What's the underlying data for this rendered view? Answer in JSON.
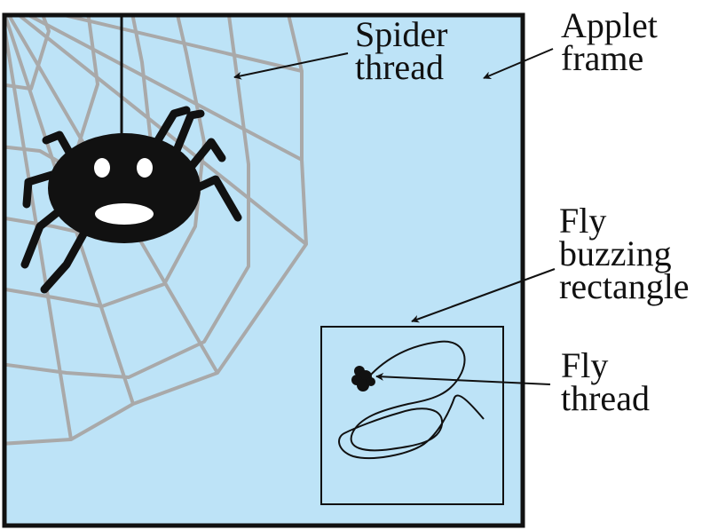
{
  "colors": {
    "applet_background": "#bde3f7",
    "frame_border": "#111111",
    "web_strand": "#a9a9a9",
    "spider_body": "#111111",
    "spider_features": "#ffffff",
    "annotation_text": "#111111"
  },
  "labels": {
    "spider_thread": {
      "line1": "Spider",
      "line2": "thread"
    },
    "applet_frame": {
      "line1": "Applet",
      "line2": "frame"
    },
    "fly_buzzing_rectangle": {
      "line1": "Fly",
      "line2": "buzzing",
      "line3": "rectangle"
    },
    "fly_thread": {
      "line1": "Fly",
      "line2": "thread"
    }
  }
}
